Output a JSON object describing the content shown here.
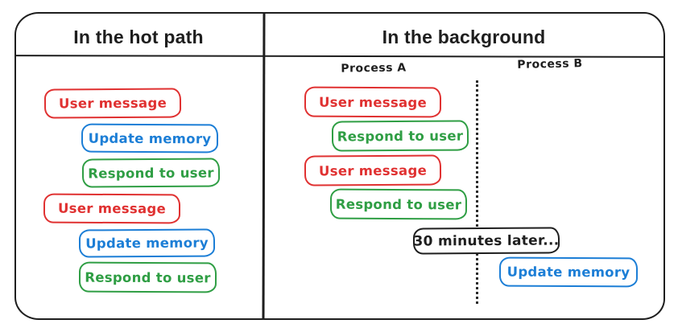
{
  "diagram": {
    "colors": {
      "ink": "#1e1e1e",
      "red": "#e03131",
      "blue": "#1c7ed6",
      "green": "#2f9e44"
    },
    "left_panel": {
      "title": "In the hot path",
      "boxes": [
        {
          "label": "User message",
          "color": "red"
        },
        {
          "label": "Update memory",
          "color": "blue"
        },
        {
          "label": "Respond to user",
          "color": "green"
        },
        {
          "label": "User message",
          "color": "red"
        },
        {
          "label": "Update memory",
          "color": "blue"
        },
        {
          "label": "Respond to user",
          "color": "green"
        }
      ]
    },
    "right_panel": {
      "title": "In the background",
      "process_a_label": "Process A",
      "process_b_label": "Process B",
      "process_a_boxes": [
        {
          "label": "User message",
          "color": "red"
        },
        {
          "label": "Respond to user",
          "color": "green"
        },
        {
          "label": "User message",
          "color": "red"
        },
        {
          "label": "Respond to user",
          "color": "green"
        }
      ],
      "timer_box": {
        "label": "30 minutes later...",
        "color": "black"
      },
      "process_b_boxes": [
        {
          "label": "Update memory",
          "color": "blue"
        }
      ]
    }
  }
}
